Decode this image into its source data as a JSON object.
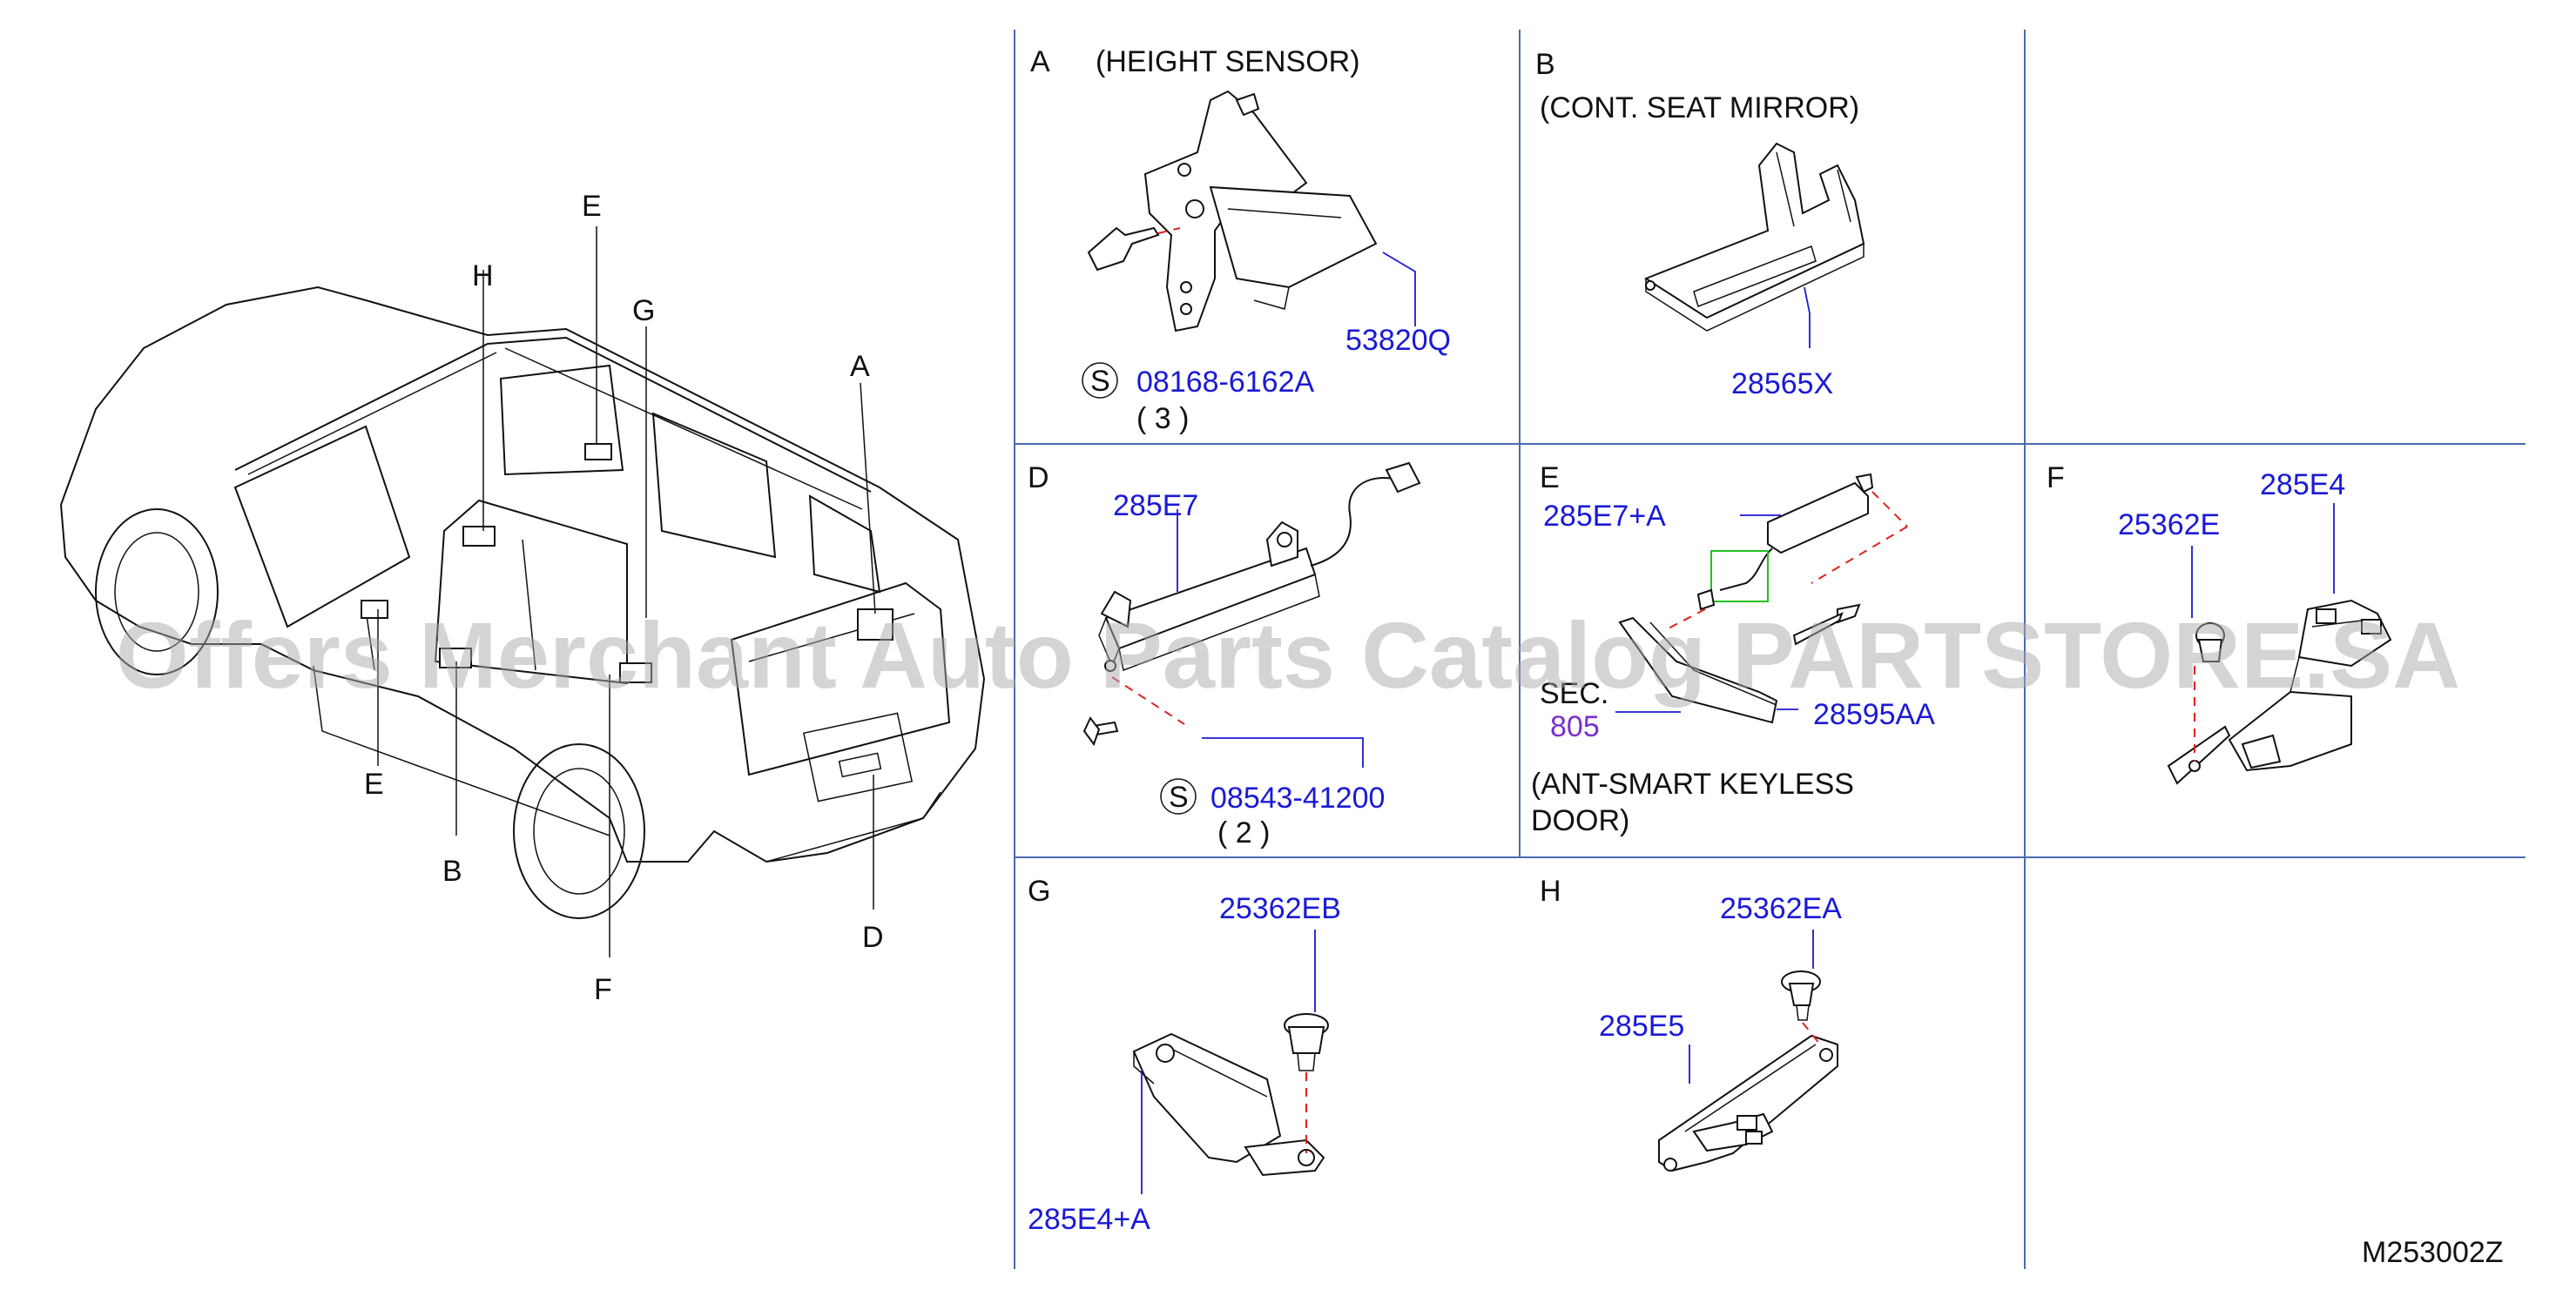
{
  "vehicle_labels": {
    "A": "A",
    "B": "B",
    "D": "D",
    "E1": "E",
    "E2": "E",
    "F": "F",
    "G": "G",
    "H": "H"
  },
  "panels": {
    "a": {
      "letter": "A",
      "title": "(HEIGHT   SENSOR)",
      "part1": "53820Q",
      "s": "S",
      "screw": "08168-6162A",
      "qty": "(   3   )"
    },
    "b": {
      "letter": "B",
      "title": "(CONT.   SEAT   MIRROR)",
      "part1": "28565X"
    },
    "d": {
      "letter": "D",
      "part1": "285E7",
      "s": "S",
      "screw": "08543-41200",
      "qty": "(   2   )"
    },
    "e": {
      "letter": "E",
      "part1": "285E7+A",
      "part2": "28595AA",
      "sec": "SEC.",
      "sec_num": "805",
      "note1": "(ANT-SMART   KEYLESS",
      "note2": "DOOR)"
    },
    "f": {
      "letter": "F",
      "part1": "285E4",
      "part2": "25362E"
    },
    "g": {
      "letter": "G",
      "part1": "25362EB",
      "part2": "285E4+A"
    },
    "h": {
      "letter": "H",
      "part1": "25362EA",
      "part2": "285E5"
    }
  },
  "diagram_code": "M253002Z",
  "watermark": "Offers Merchant Auto Parts Catalog PARTSTORE.SA",
  "colors": {
    "part_number": "#1a1ad6",
    "section_ref": "#7a2fd0",
    "grid": "#4a6ab0",
    "dash": "#e02020",
    "highlight": "#22c022"
  }
}
